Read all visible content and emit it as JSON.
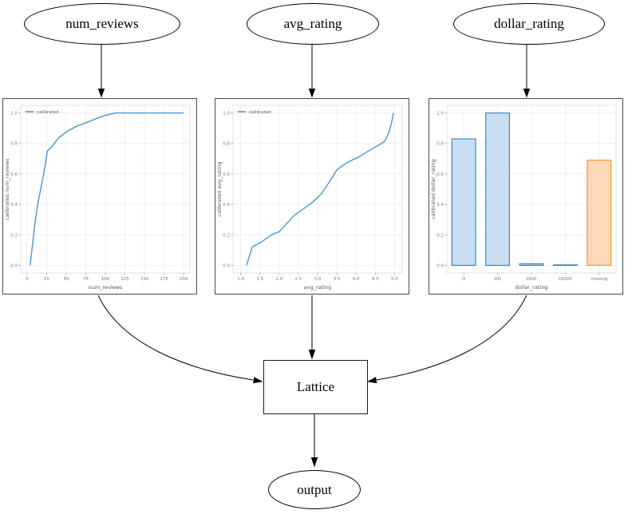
{
  "diagram": {
    "nodes": {
      "num_reviews": "num_reviews",
      "avg_rating": "avg_rating",
      "dollar_rating": "dollar_rating",
      "lattice": "Lattice",
      "output": "output"
    }
  },
  "colors": {
    "line_blue": "#4a94cf",
    "bar_blue_edge": "#3d85c4",
    "bar_blue_fill": "#c9def0",
    "bar_orange_edge": "#f8941d",
    "bar_orange_fill": "#fdd9b8",
    "grid": "#ebebeb",
    "spine": "#d9d9d9",
    "tick_mark": "#999999",
    "tick_text": "#777777",
    "label_text": "#555555",
    "edge_black": "#000000"
  },
  "chart_data": [
    {
      "type": "line",
      "legend": "calibrated",
      "xlabel": "num_reviews",
      "ylabel": "calibrated num_reviews",
      "xlim": [
        -8,
        208
      ],
      "ylim": [
        -0.05,
        1.05
      ],
      "xticks": {
        "values": [
          0,
          25,
          50,
          75,
          100,
          125,
          150,
          175,
          200
        ],
        "labels": [
          "0",
          "25",
          "50",
          "75",
          "100",
          "125",
          "150",
          "175",
          "200"
        ]
      },
      "yticks": {
        "values": [
          0,
          0.2,
          0.4,
          0.6,
          0.8,
          1.0
        ],
        "labels": [
          "0.0",
          "0.2",
          "0.4",
          "0.6",
          "0.8",
          "1.0"
        ]
      },
      "points": [
        [
          4,
          0
        ],
        [
          8,
          0.18
        ],
        [
          10,
          0.27
        ],
        [
          14,
          0.41
        ],
        [
          19,
          0.54
        ],
        [
          23,
          0.65
        ],
        [
          26,
          0.75
        ],
        [
          32,
          0.78
        ],
        [
          40,
          0.835
        ],
        [
          50,
          0.875
        ],
        [
          62,
          0.91
        ],
        [
          75,
          0.935
        ],
        [
          88,
          0.962
        ],
        [
          100,
          0.985
        ],
        [
          113,
          1.0
        ],
        [
          200,
          1.0
        ]
      ]
    },
    {
      "type": "line",
      "legend": "calibrated",
      "xlabel": "avg_rating",
      "ylabel": "calibrated avg_rating",
      "xlim": [
        0.8,
        5.2
      ],
      "ylim": [
        -0.05,
        1.05
      ],
      "xticks": {
        "values": [
          1.0,
          1.5,
          2.0,
          2.5,
          3.0,
          3.5,
          4.0,
          4.5,
          5.0
        ],
        "labels": [
          "1.0",
          "1.5",
          "2.0",
          "2.5",
          "3.0",
          "3.5",
          "4.0",
          "4.5",
          "5.0"
        ]
      },
      "yticks": {
        "values": [
          0,
          0.2,
          0.4,
          0.6,
          0.8,
          1.0
        ],
        "labels": [
          "0.0",
          "0.2",
          "0.4",
          "0.6",
          "0.8",
          "1.0"
        ]
      },
      "points": [
        [
          1.15,
          0
        ],
        [
          1.3,
          0.12
        ],
        [
          1.55,
          0.155
        ],
        [
          1.8,
          0.2
        ],
        [
          2.0,
          0.22
        ],
        [
          2.2,
          0.275
        ],
        [
          2.4,
          0.33
        ],
        [
          2.6,
          0.365
        ],
        [
          2.85,
          0.41
        ],
        [
          3.1,
          0.47
        ],
        [
          3.3,
          0.545
        ],
        [
          3.5,
          0.625
        ],
        [
          3.65,
          0.655
        ],
        [
          3.85,
          0.685
        ],
        [
          4.1,
          0.715
        ],
        [
          4.35,
          0.755
        ],
        [
          4.6,
          0.79
        ],
        [
          4.75,
          0.815
        ],
        [
          4.85,
          0.87
        ],
        [
          4.92,
          0.93
        ],
        [
          4.97,
          1.0
        ]
      ]
    },
    {
      "type": "bar",
      "xlabel": "dollar_rating",
      "ylabel": "calibrated dollar_rating",
      "ylim": [
        -0.05,
        1.05
      ],
      "yticks": {
        "values": [
          0,
          0.2,
          0.4,
          0.6,
          0.8,
          1.0
        ],
        "labels": [
          "0.0",
          "0.2",
          "0.4",
          "0.6",
          "0.8",
          "1.0"
        ]
      },
      "categories": [
        "D",
        "DD",
        "DDD",
        "DDDD",
        "missing"
      ],
      "values": [
        0.83,
        1.0,
        0.01,
        0.003,
        0.69
      ],
      "bar_colors": [
        "blue",
        "blue",
        "blue",
        "blue",
        "orange"
      ]
    }
  ]
}
